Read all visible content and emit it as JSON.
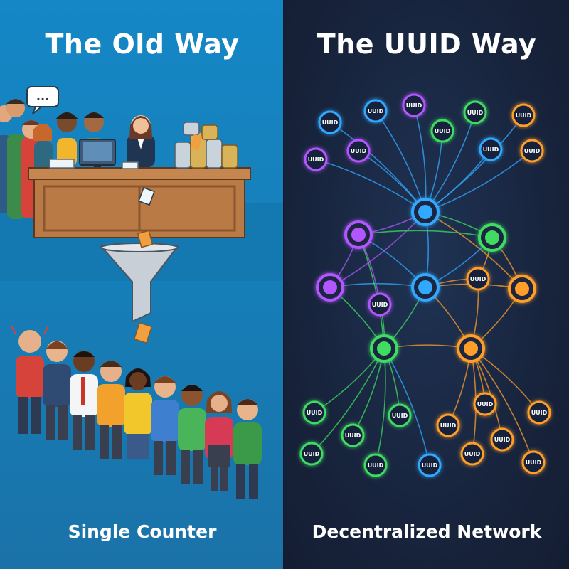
{
  "left_panel": {
    "title": "The Old Way",
    "caption": "Single Counter",
    "speech_bubble": "...",
    "colors": {
      "background": "#167fb9",
      "desk": "#b97a45",
      "funnel": "#c9cfd6",
      "ticket": "#f0a040"
    }
  },
  "right_panel": {
    "title": "The UUID Way",
    "caption": "Decentralized Network",
    "node_label": "UUID",
    "colors": {
      "background": "#18243d",
      "blue": "#33a9ff",
      "purple": "#b257ff",
      "green": "#3fdc62",
      "orange": "#ff9f2a"
    }
  }
}
